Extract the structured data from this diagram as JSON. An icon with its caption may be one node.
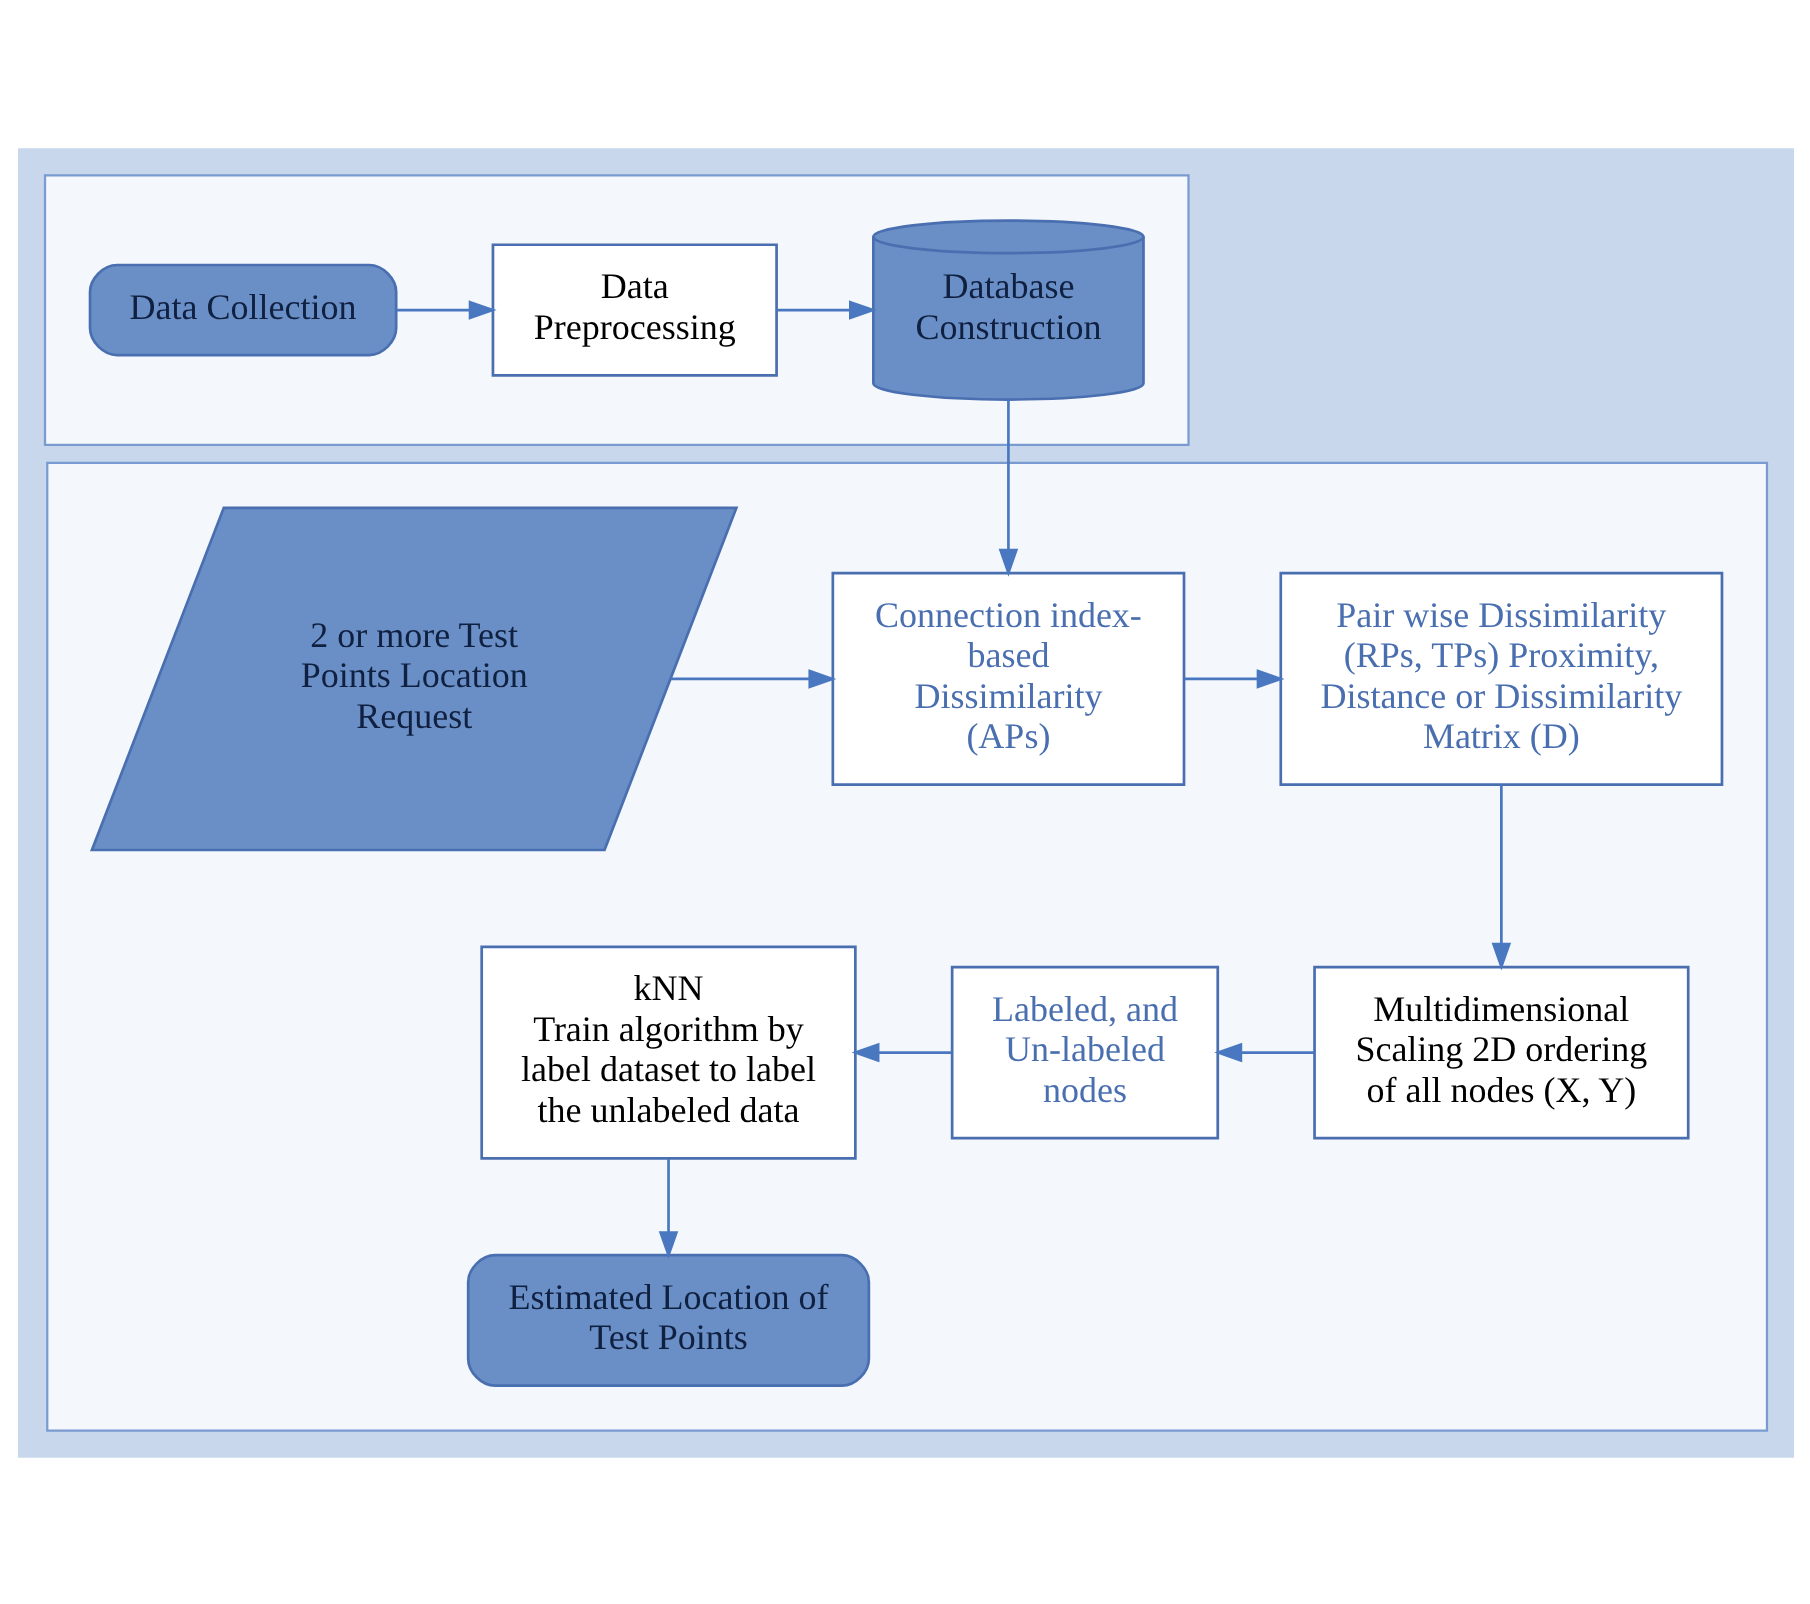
{
  "diagram": {
    "nodes": [
      {
        "text": [],
        "shape": "box"
      },
      {
        "text": [
          "Data Collection"
        ],
        "in": 0
      },
      {
        "text": [
          "Data Preprocessing"
        ],
        "in": 0
      },
      {
        "text": [
          "Database Construction"
        ],
        "in": 0
      },
      {
        "text": [],
        "shape": "box"
      },
      {
        "text": [
          "2 or more Test Points Location Request"
        ],
        "in": 4
      },
      {
        "text": [
          "Connection index-based Dissimilarity (APs)"
        ],
        "in": 4
      },
      {
        "text": [
          "Pair wise Dissimilarity (RPs, TPs) Proximity, Distance or Dissimilarity Matrix (D)"
        ],
        "in": 4
      },
      {
        "text": [
          "Multidimensional Scaling 2D ordering of all nodes (X, Y)"
        ],
        "in": 4
      },
      {
        "text": [
          "Labeled, and Un-labeled nodes"
        ],
        "in": 4
      },
      {
        "text": [
          "kNN",
          "Train algorithm by label dataset to label the unlabeled data"
        ],
        "in": 4
      },
      {
        "text": [
          "Estimated Location of Test Points"
        ],
        "in": 4
      }
    ],
    "edges": [
      {
        "from": 1,
        "to": 2,
        "arrow": "to"
      },
      {
        "from": 2,
        "to": 3,
        "arrow": "to"
      },
      {
        "from": 3,
        "to": 6,
        "arrow": "to"
      },
      {
        "from": 5,
        "to": 6,
        "arrow": "to"
      },
      {
        "from": 6,
        "to": 7,
        "arrow": "to"
      },
      {
        "from": 7,
        "to": 8,
        "arrow": "to"
      },
      {
        "from": 8,
        "to": 9,
        "arrow": "to"
      },
      {
        "from": 9,
        "to": 10,
        "arrow": "to"
      },
      {
        "from": 10,
        "to": 11,
        "arrow": "to"
      }
    ]
  }
}
